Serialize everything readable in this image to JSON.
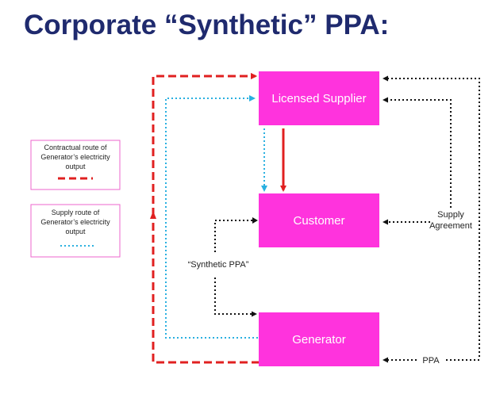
{
  "title": "Corporate “Synthetic” PPA:",
  "nodes": {
    "licensed_supplier": "Licensed Supplier",
    "customer": "Customer",
    "generator": "Generator"
  },
  "legend": {
    "contractual": [
      "Contractual route of",
      "Generator’s electricity",
      "output"
    ],
    "supply": [
      "Supply route of",
      "Generator’s electricity",
      "output"
    ]
  },
  "labels": {
    "synthetic_ppa": "“Synthetic PPA”",
    "supply_agreement": [
      "Supply",
      "Agreement"
    ],
    "ppa": "PPA"
  },
  "colors": {
    "box_fill": "#ff33dd",
    "contractual_line": "#e02020",
    "supply_line": "#2ab0e0",
    "agreement_line": "#111111",
    "title": "#1f2a6e"
  }
}
